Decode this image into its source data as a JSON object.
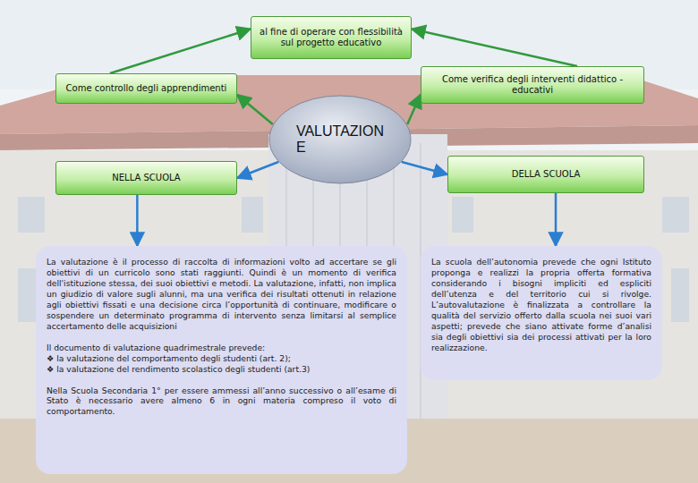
{
  "diagram": {
    "nodes": [
      {
        "text": [
          "al fine di operare con flessibilità sul progetto educativo"
        ]
      },
      {
        "text": [
          "Come controllo degli apprendimenti"
        ]
      },
      {
        "text": [
          "Come verifica degli interventi didattico - educativi"
        ]
      },
      {
        "text": [
          "VALUTAZION E"
        ]
      },
      {
        "text": [
          "NELLA SCUOLA"
        ]
      },
      {
        "text": [
          "DELLA SCUOLA"
        ]
      },
      {
        "text": [
          "La valutazione è il processo di raccolta di informazioni volto ad accertare se gli obiettivi di un curricolo sono stati raggiunti. Quindi è un momento di verifica dell'istituzione stessa, dei suoi obiettivi e metodi. La valutazione, infatti, non implica un giudizio di valore sugli alunni, ma una verifica dei risultati ottenuti in relazione agli obiettivi fissati e una decisione circa l’opportunità di continuare, modificare o sospendere un determinato programma di intervento senza limitarsi al semplice accertamento delle acquisizioni",
          "Il documento di valutazione quadrimestrale prevede:",
          "❖ la valutazione del comportamento degli studenti (art. 2);",
          "❖ la valutazione del rendimento scolastico degli studenti (art.3)",
          "Nella Scuola Secondaria 1° per essere ammessi all’anno successivo o all’esame di Stato è necessario avere almeno 6 in ogni materia compreso il voto di comportamento."
        ]
      },
      {
        "text": [
          "La scuola dell’autonomia prevede che ogni Istituto proponga e realizzi la propria offerta formativa considerando i bisogni impliciti ed espliciti dell’utenza e del territorio cui si rivolge. L’autovalutazione è finalizzata a controllare la qualità del servizio offerto dalla scuola nei suoi vari aspetti; prevede che siano attivate forme d’analisi sia degli obiettivi sia dei processi attivati per la loro realizzazione."
        ]
      }
    ],
    "edges": [
      {
        "from": 1,
        "to": 0,
        "arrow": "to"
      },
      {
        "from": 2,
        "to": 0,
        "arrow": "to"
      },
      {
        "from": 3,
        "to": 1,
        "arrow": "to"
      },
      {
        "from": 3,
        "to": 2,
        "arrow": "to"
      },
      {
        "from": 3,
        "to": 4,
        "arrow": "to"
      },
      {
        "from": 3,
        "to": 5,
        "arrow": "to"
      },
      {
        "from": 4,
        "to": 6,
        "arrow": "to"
      },
      {
        "from": 5,
        "to": 7,
        "arrow": "to"
      }
    ]
  }
}
